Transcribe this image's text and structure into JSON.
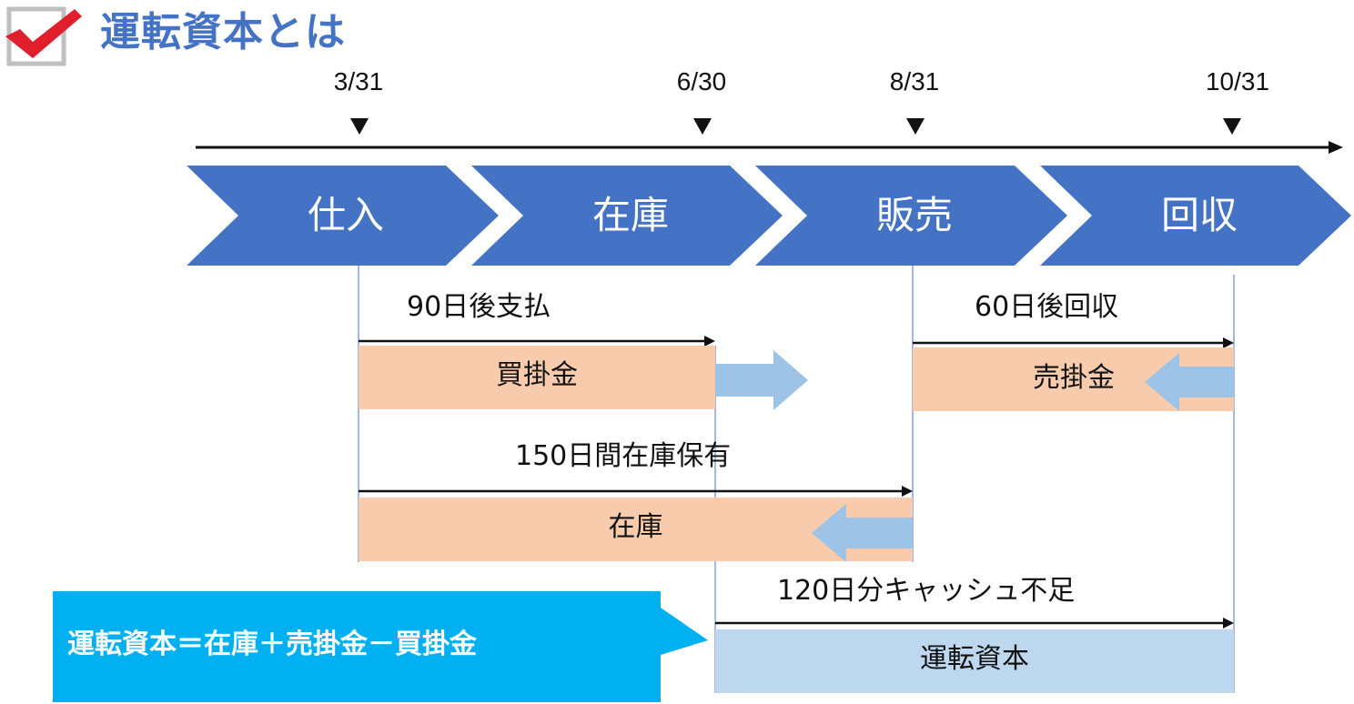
{
  "title": "運転資本とは",
  "dates": [
    "3/31",
    "6/30",
    "8/31",
    "10/31"
  ],
  "stages": [
    "仕入",
    "在庫",
    "販売",
    "回収"
  ],
  "periods": {
    "payables_label": "90日後支払",
    "receivables_label": "60日後回収",
    "inventory_label": "150日間在庫保有",
    "shortage_label": "120日分キャッシュ不足"
  },
  "bars": {
    "payables": "買掛金",
    "receivables": "売掛金",
    "inventory": "在庫",
    "working_capital": "運転資本"
  },
  "formula": "運転資本＝在庫＋売掛金－買掛金",
  "colors": {
    "title": "#4472C4",
    "chevron": "#4472C4",
    "bar": "#F8CBAD",
    "arrow": "#9DC3E6",
    "working_capital_bar": "#BDD7EE",
    "callout": "#00B0F0",
    "check": "#E01E2C"
  }
}
